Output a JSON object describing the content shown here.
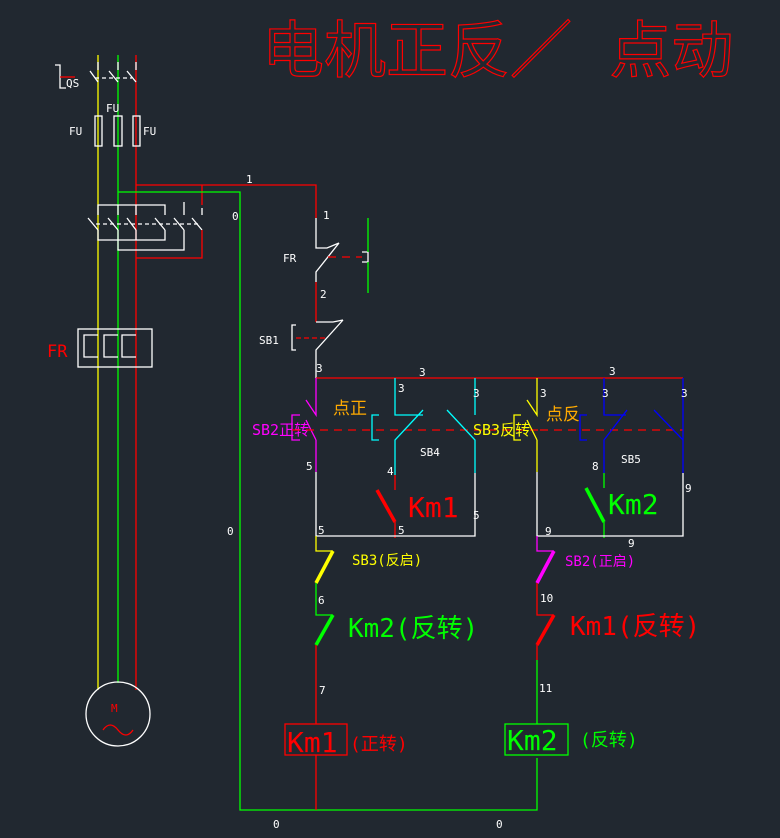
{
  "title": "电机正反／ 点动",
  "power": {
    "qs": "QS",
    "fu_top": "FU",
    "fu_left": "FU",
    "fu_right": "FU",
    "fr": "FR",
    "motor": "M",
    "node_1": "1",
    "node_0_top": "0",
    "node_0_mid": "0"
  },
  "control": {
    "fr": "FR",
    "sb1": "SB1",
    "n1": "1",
    "n2": "2",
    "n3a": "3",
    "n3b": "3",
    "n3c": "3",
    "n3d": "3",
    "n3e": "3",
    "n3f": "3",
    "n3g": "3",
    "n3h": "3",
    "n4": "4",
    "n5a": "5",
    "n5b": "5",
    "n5c": "5",
    "n5d": "5",
    "n6": "6",
    "n7": "7",
    "n8": "8",
    "n9a": "9",
    "n9b": "9",
    "n9c": "9",
    "n10": "10",
    "n11": "11",
    "n0a": "0",
    "n0b": "0",
    "sb2_fwd": "SB2正转",
    "jog_fwd": "点正",
    "sb4": "SB4",
    "sb3_rev": "SB3反转",
    "jog_rev": "点反",
    "sb5": "SB5",
    "km1_hold": "Km1",
    "km2_hold": "Km2",
    "sb3_interlock": "SB3(反启)",
    "sb2_interlock": "SB2(正启)",
    "km2_interlock": "Km2(反转)",
    "km1_interlock": "Km1(反转)",
    "km1_coil": "Km1",
    "km1_coil_note": "(正转)",
    "km2_coil": "Km2",
    "km2_coil_note": "(反转)"
  },
  "colors": {
    "bg": "#212830",
    "red": "#ff0000",
    "green": "#00ff00",
    "yellow": "#ffff00",
    "magenta": "#ff00ff",
    "cyan": "#00ffff",
    "blue": "#0000ff",
    "orange": "#ffaa00"
  }
}
